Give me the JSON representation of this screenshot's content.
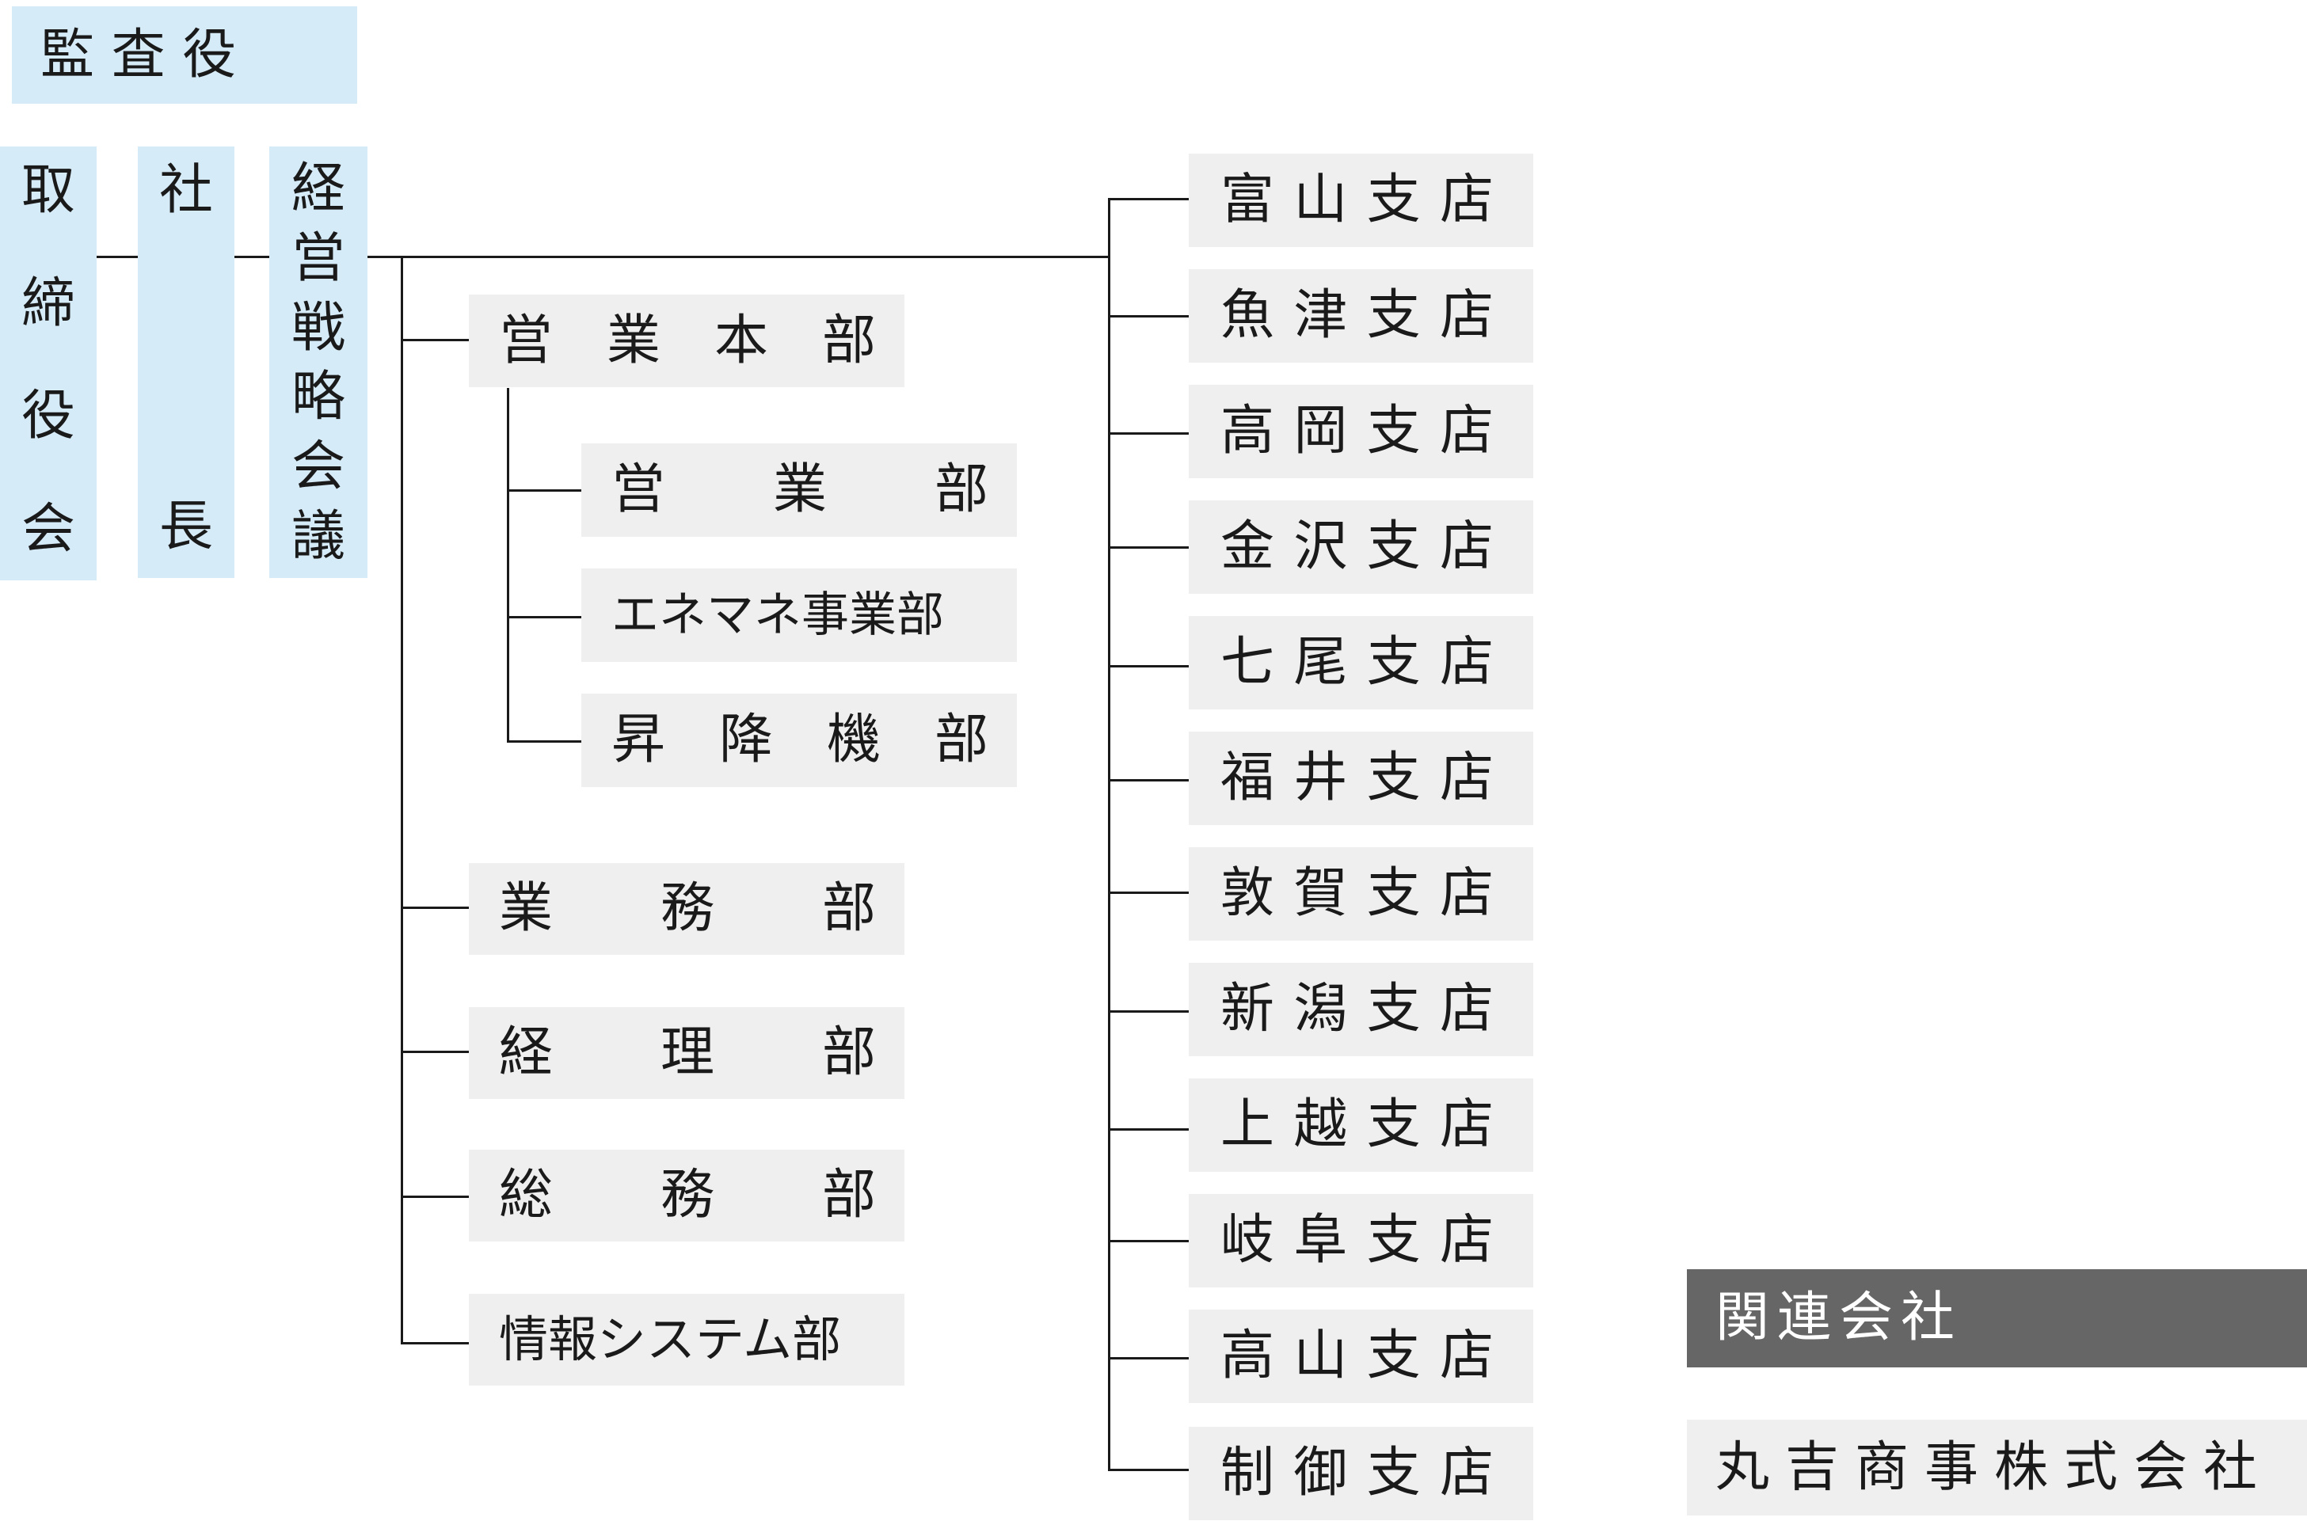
{
  "auditor": "監 査 役",
  "board": "取締役会",
  "president": "社長",
  "strategy_council": "経営戦略会議",
  "sales_hq": {
    "label": "営 業 本 部",
    "children": [
      "営 業 部",
      "エネマネ事業部",
      "昇 降 機 部"
    ]
  },
  "departments": [
    "業 務 部",
    "経 理 部",
    "総 務 部",
    "情報システム部"
  ],
  "branches": [
    "富山支店",
    "魚津支店",
    "高岡支店",
    "金沢支店",
    "七尾支店",
    "福井支店",
    "敦賀支店",
    "新潟支店",
    "上越支店",
    "岐阜支店",
    "高山支店",
    "制御支店"
  ],
  "affiliates": {
    "heading": "関連会社",
    "companies": [
      "丸吉商事株式会社"
    ]
  }
}
